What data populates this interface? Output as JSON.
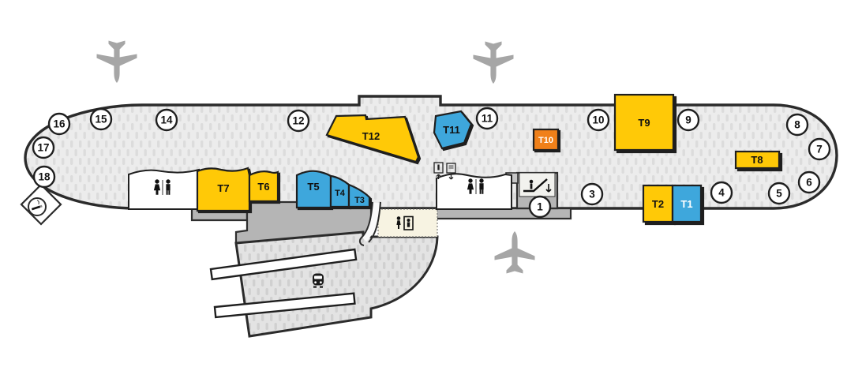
{
  "map": {
    "kind": "airport-terminal-floor-map",
    "gates": {
      "g1": {
        "label": "1"
      },
      "g3": {
        "label": "3"
      },
      "g4": {
        "label": "4"
      },
      "g5": {
        "label": "5"
      },
      "g6": {
        "label": "6"
      },
      "g7": {
        "label": "7"
      },
      "g8": {
        "label": "8"
      },
      "g9": {
        "label": "9"
      },
      "g10": {
        "label": "10"
      },
      "g11": {
        "label": "11"
      },
      "g12": {
        "label": "12"
      },
      "g14": {
        "label": "14"
      },
      "g15": {
        "label": "15"
      },
      "g16": {
        "label": "16"
      },
      "g17": {
        "label": "17"
      },
      "g18": {
        "label": "18"
      }
    },
    "stands": {
      "t1": {
        "label": "T1"
      },
      "t2": {
        "label": "T2"
      },
      "t3": {
        "label": "T3"
      },
      "t4": {
        "label": "T4"
      },
      "t5": {
        "label": "T5"
      },
      "t6": {
        "label": "T6"
      },
      "t7": {
        "label": "T7"
      },
      "t8": {
        "label": "T8"
      },
      "t9": {
        "label": "T9"
      },
      "t10": {
        "label": "T10"
      },
      "t11": {
        "label": "T11"
      },
      "t12": {
        "label": "T12"
      }
    },
    "colors": {
      "yellow": "#FFC907",
      "blue": "#3EA7DC",
      "orange": "#F08019",
      "outline": "#2B2B2B",
      "terminal_fill": "#ECECEC",
      "walkway_gray": "#B5B5B5",
      "platform_beige": "#F7F3E2",
      "plane_gray": "#A6A6A6",
      "white": "#FFFFFF"
    },
    "icons": {
      "airplane": "airplane-icon",
      "restroom": "restroom-icon",
      "elevator": "elevator-icon",
      "escalator_down": "escalator-down-icon",
      "stairs_up_down": "stairs-up-down-icon",
      "train": "train-icon",
      "smoking_area": "smoking-area-icon"
    }
  }
}
